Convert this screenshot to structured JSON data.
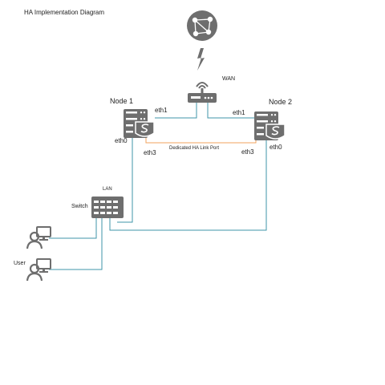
{
  "title": "HA Implementation Diagram",
  "labels": {
    "wan": "WAN",
    "node1": "Node 1",
    "node2": "Node 2",
    "node1_eth1": "eth1",
    "node2_eth1": "eth1",
    "node1_eth0": "eth0",
    "node1_eth3": "eth3",
    "node2_eth3": "eth3",
    "node2_eth0": "eth0",
    "ha_link": "Dedicated HA Link Port",
    "lan": "LAN",
    "switch": "Switch",
    "user": "User"
  },
  "icons": {
    "internet": "globe-icon",
    "lightning": "lightning-icon",
    "router": "router-icon",
    "server": "server-icon",
    "switch": "switch-icon",
    "user": "user-computer-icon"
  },
  "colors": {
    "link": "#3f96a8",
    "ha_link": "#f0a35e",
    "icon": "#6e6e6e"
  }
}
